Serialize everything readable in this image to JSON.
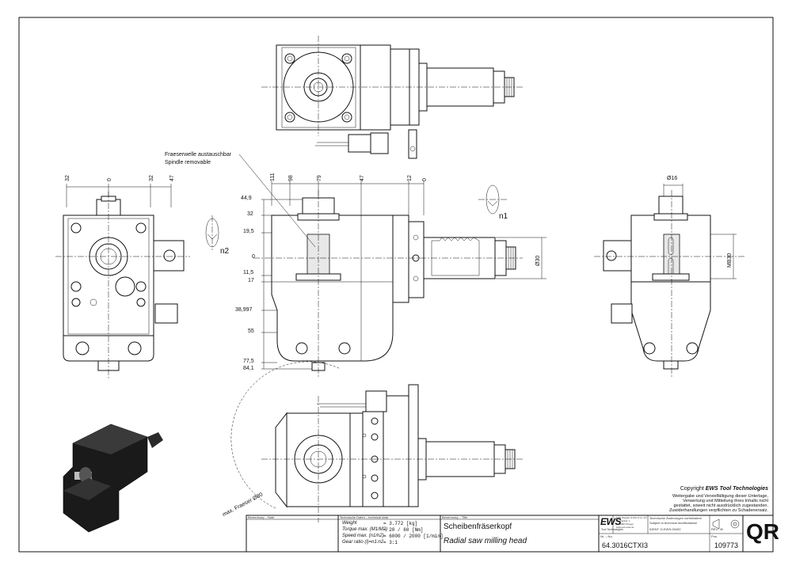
{
  "note": {
    "line1": "Fraeserwelle austauschbar",
    "line2": "Spindle removable"
  },
  "rotations": [
    "n1",
    "n2"
  ],
  "front_top_dims": [
    "111",
    "98",
    "79",
    "47",
    "12",
    "0"
  ],
  "front_left_dims": [
    "44,9",
    "32",
    "19,5",
    "0",
    "11,5",
    "17",
    "38,997",
    "55",
    "77,5",
    "84,1"
  ],
  "left_view_dims": [
    "32",
    "0",
    "32",
    "47"
  ],
  "right_view_dims": {
    "dia16": "Ø16",
    "mb30": "MB30"
  },
  "front_dia30": "Ø30",
  "cutter_label": "max. Fraeser Ø80",
  "title_block": {
    "remark_header": "Bemerkung – Note",
    "tech_header": "Technische Daten – technical data",
    "rows": [
      {
        "label": "Weight",
        "value": "= 3.772 [kg]"
      },
      {
        "label": "Torque max. (M1/M2)",
        "value": "= 20 / 60 [Nm]"
      },
      {
        "label": "Speed max. (n1/n2)",
        "value": "= 6000 / 2000 [1/min]"
      },
      {
        "label": "Gear ratio (i)=n1:n2",
        "value": "= 3:1"
      }
    ],
    "name_header": "Benennung – Title",
    "title_de": "Scheibenfräserkopf",
    "title_en": "Radial saw milling head",
    "company_logo": "EWS",
    "company_sub": "Tool Technologies",
    "company_addr": [
      "EWS Weigele GmbH & Co. KG",
      "Maybachstr. 1",
      "D-73066 Uhingen",
      "www.ews-tools.de"
    ],
    "change_note_de": "Technische Änderungen vorbehalten!",
    "change_note_en": "Subject to technical modifications!",
    "ident": "IDENT: D-EWS-00492",
    "rev": "REV.: /B",
    "nr_header": "Nr. – No.",
    "article_no": "64.3016CTXI3",
    "pos_header": "Pos.",
    "drawing_no": "109773",
    "qr": "QR"
  },
  "copyright": {
    "title_prefix": "Copyright",
    "title_brand": "EWS Tool Technologies",
    "lines": [
      "Weitergabe und Vervielfältigung dieser Unterlage,",
      "Verwertung und Mitteilung ihres Inhalts nicht",
      "gestattet, soweit nicht ausdrücklich zugestanden.",
      "Zuwiderhandlungen verpflichten zu Schadenersatz."
    ]
  }
}
